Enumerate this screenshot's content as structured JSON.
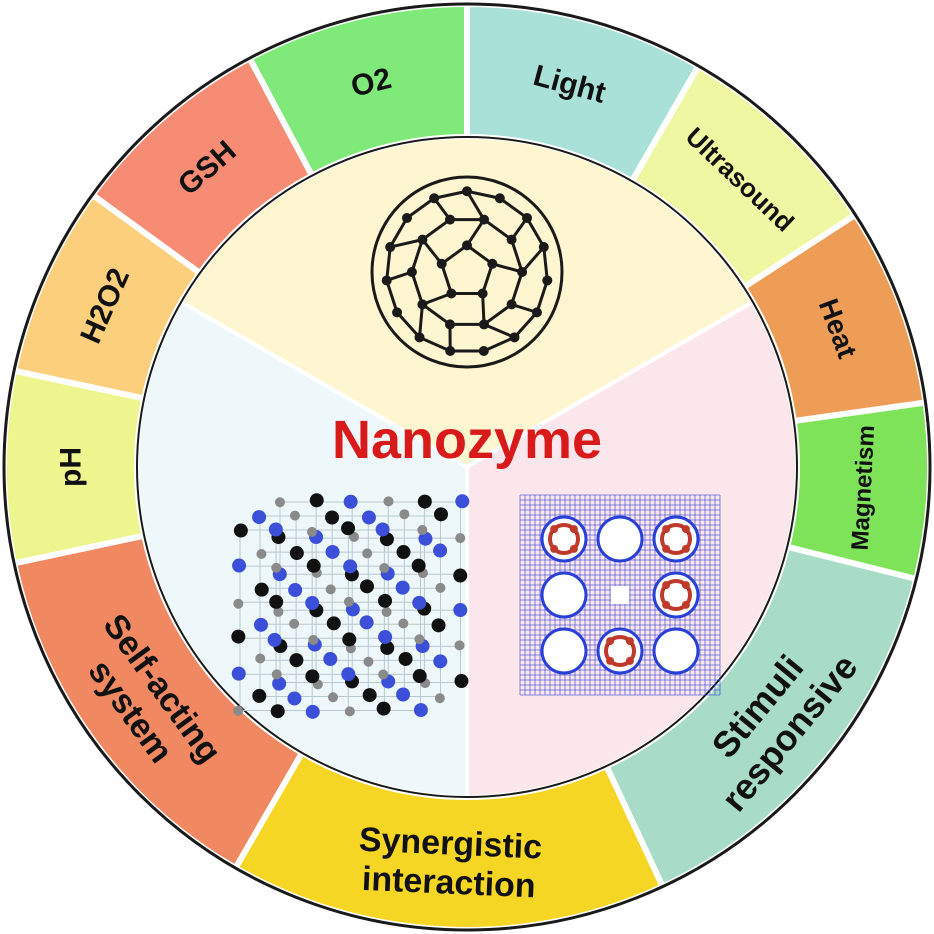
{
  "center": {
    "title": "Nanozyme",
    "title_color": "#d91a1a",
    "sector_colors": [
      "#fdf6d0",
      "#fbe6ec",
      "#eef7f9"
    ]
  },
  "ring": {
    "outline_color": "#1a1a1a",
    "segments": [
      {
        "label_lines": [
          "Light"
        ],
        "color": "#a9e1d9"
      },
      {
        "label_lines": [
          "Ultrasound"
        ],
        "color": "#f0f7a3"
      },
      {
        "label_lines": [
          "Heat"
        ],
        "color": "#ee9d57"
      },
      {
        "label_lines": [
          "Magnetism"
        ],
        "color": "#7fe35a"
      },
      {
        "label_lines": [
          "Stimuli",
          "responsive"
        ],
        "color": "#a8dcc7"
      },
      {
        "label_lines": [
          "Synergistic",
          "interaction"
        ],
        "color": "#f6d625"
      },
      {
        "label_lines": [
          "Self-acting",
          "system"
        ],
        "color": "#f08862"
      },
      {
        "label_lines": [
          "pH"
        ],
        "color": "#eef58e"
      },
      {
        "label_lines": [
          "H2O2"
        ],
        "color": "#fbcf7c"
      },
      {
        "label_lines": [
          "GSH"
        ],
        "color": "#f68c73"
      },
      {
        "label_lines": [
          "O2"
        ],
        "color": "#7fe97a"
      }
    ]
  },
  "structures": {
    "fullerene_color": "#1a1a1a",
    "lattice_colors": [
      "#111111",
      "#3b4fd8",
      "#8a8a8a"
    ],
    "framework_colors": [
      "#2a3fd6",
      "#c0392b"
    ]
  }
}
